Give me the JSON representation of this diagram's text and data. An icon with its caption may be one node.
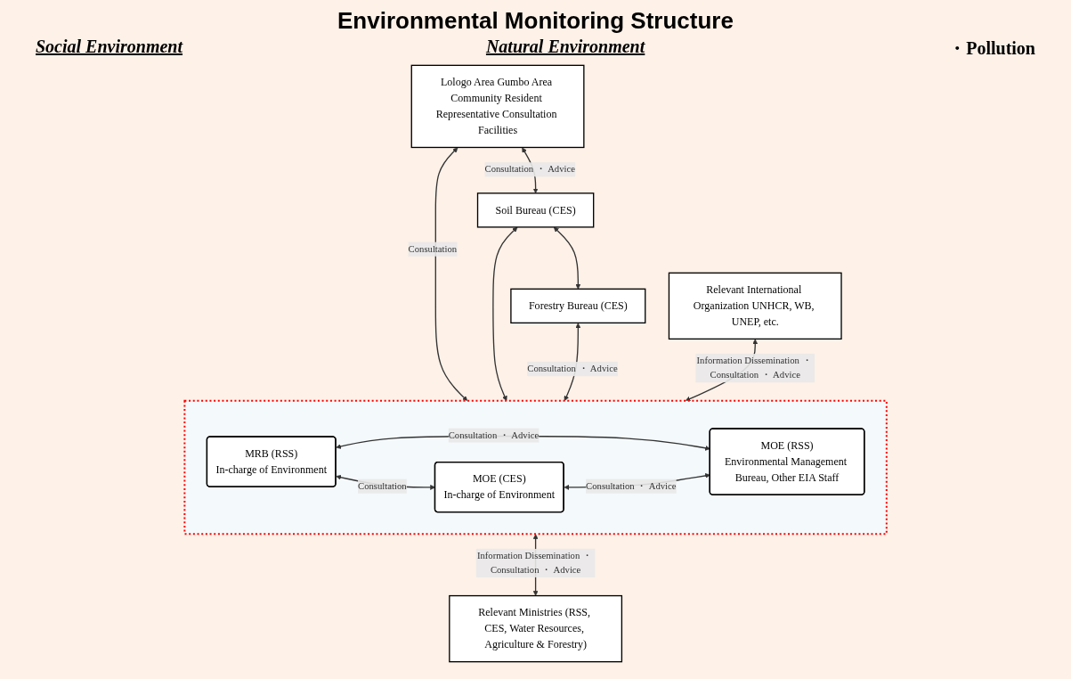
{
  "diagram": {
    "title": "Environmental Monitoring Structure",
    "nodes": [
      {
        "text": [],
        "shape": "box"
      },
      {
        "text": [
          "Lologo Area Gumbo Area Community Resident Representative Consultation Facilities"
        ]
      },
      {
        "text": [
          "MRB (RSS)",
          "In-charge of Environment"
        ],
        "in": 0
      },
      {
        "text": [
          "MOE (RSS)",
          "Environmental Management Bureau, Other EIA Staff"
        ],
        "in": 0
      },
      {
        "text": [
          "MOE (CES)",
          "In-charge of Environment"
        ],
        "in": 0
      },
      {
        "text": [
          "Relevant Ministries (RSS, CES, Water Resources, Agriculture & Forestry)"
        ]
      },
      {
        "text": [
          "Soil Bureau (CES)"
        ]
      },
      {
        "text": [
          "Forestry Bureau (CES)"
        ]
      },
      {
        "text": [
          "Relevant International Organization UNHCR, WB, UNEP, etc."
        ]
      }
    ],
    "edges": [
      {
        "from": 1,
        "to": 0,
        "arrow": "both",
        "label": "Consultation"
      },
      {
        "from": 2,
        "to": 4,
        "arrow": "both",
        "label": "Consultation"
      },
      {
        "from": 2,
        "to": 3,
        "arrow": "both",
        "label": "Consultation ・ Advice"
      },
      {
        "from": 4,
        "to": 3,
        "arrow": "both",
        "label": "Consultation ・ Advice"
      },
      {
        "from": 0,
        "to": 5,
        "arrow": "both",
        "label": "Information Dissemination ・ Consultation ・ Advice"
      },
      {
        "from": 1,
        "to": 6,
        "arrow": "both",
        "label": "Consultation ・ Advice"
      },
      {
        "from": 6,
        "to": 0,
        "arrow": "both"
      },
      {
        "from": 6,
        "to": 7,
        "arrow": "both"
      },
      {
        "from": 7,
        "to": 0,
        "arrow": "both",
        "label": "Consultation ・ Advice"
      },
      {
        "from": 8,
        "to": 0,
        "arrow": "both",
        "label": "Information Dissemination ・ Consultation ・ Advice"
      }
    ],
    "labels": [
      "Social Environment",
      "Natural Environment",
      "・Pollution"
    ]
  }
}
